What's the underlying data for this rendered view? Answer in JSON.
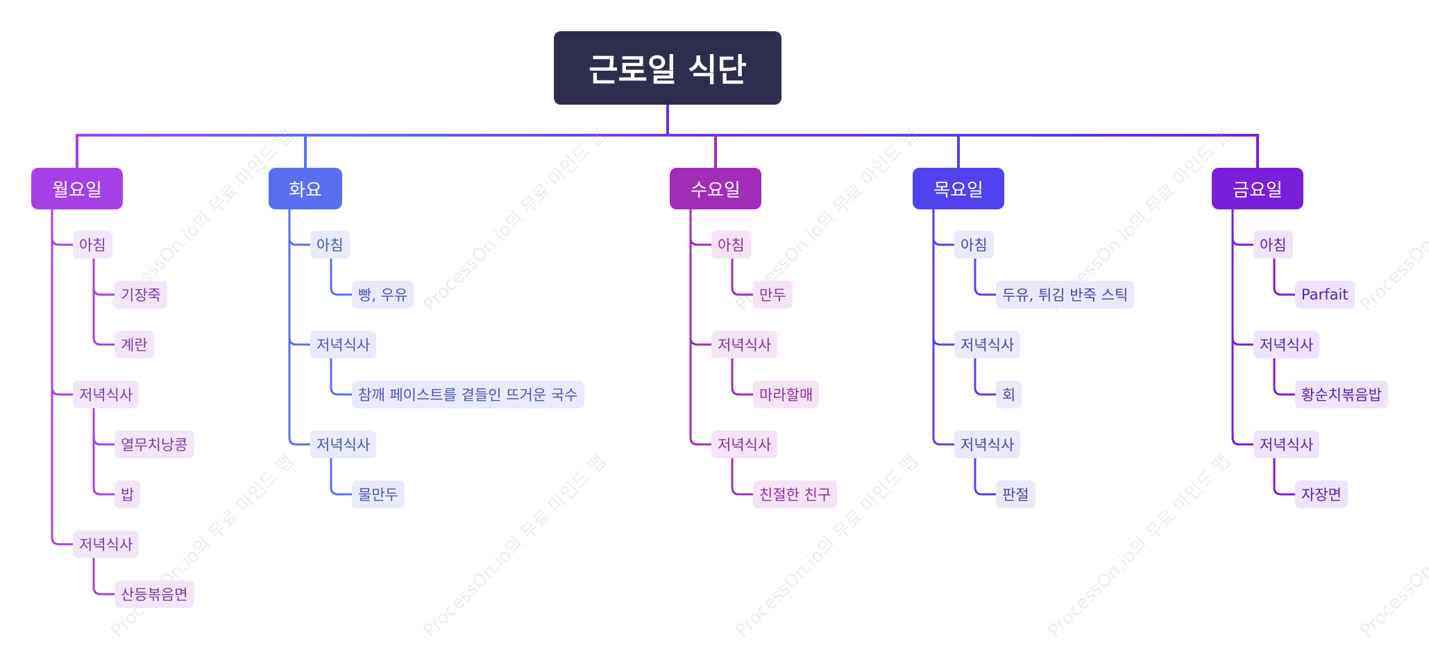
{
  "root": {
    "title": "근로일 식단",
    "color": "#2e2d4d"
  },
  "watermark": "ProcessOn.io의 무료 마인드 맵",
  "days": [
    {
      "label": "월요일",
      "color": "#a540e8",
      "text_color": "#7a3aa8",
      "leaf_bg": "#f3e6fb",
      "meals": [
        {
          "label": "아침",
          "items": [
            "기장죽",
            "계란"
          ]
        },
        {
          "label": "저녁식사",
          "items": [
            "열무치낭콩",
            "밥"
          ]
        },
        {
          "label": "저녁식사",
          "items": [
            "산등볶음면"
          ]
        }
      ]
    },
    {
      "label": "화요",
      "color": "#5b6ef2",
      "text_color": "#4a55b5",
      "leaf_bg": "#e9ebfc",
      "meals": [
        {
          "label": "아침",
          "items": [
            "빵, 우유"
          ]
        },
        {
          "label": "저녁식사",
          "items": [
            "참깨 페이스트를 곁들인 뜨거운 국수"
          ]
        },
        {
          "label": "저녁식사",
          "items": [
            "물만두"
          ]
        }
      ]
    },
    {
      "label": "수요일",
      "color": "#a12db8",
      "text_color": "#8a2e9e",
      "leaf_bg": "#f5e4f6",
      "meals": [
        {
          "label": "아침",
          "items": [
            "만두"
          ]
        },
        {
          "label": "저녁식사",
          "items": [
            "마라할매"
          ]
        },
        {
          "label": "저녁식사",
          "items": [
            "친절한 친구"
          ]
        }
      ]
    },
    {
      "label": "목요일",
      "color": "#5142f0",
      "text_color": "#4a46a8",
      "leaf_bg": "#ebe9fc",
      "meals": [
        {
          "label": "아침",
          "items": [
            "두유, 튀김 반죽 스틱"
          ]
        },
        {
          "label": "저녁식사",
          "items": [
            "회"
          ]
        },
        {
          "label": "저녁식사",
          "items": [
            "판절"
          ]
        }
      ]
    },
    {
      "label": "금요일",
      "color": "#7a1fd9",
      "text_color": "#5a1fa8",
      "leaf_bg": "#efe4fb",
      "meals": [
        {
          "label": "아침",
          "items": [
            "Parfait"
          ]
        },
        {
          "label": "저녁식사",
          "items": [
            "황순치볶음밥"
          ]
        },
        {
          "label": "저녁식사",
          "items": [
            "자장면"
          ]
        }
      ]
    }
  ]
}
